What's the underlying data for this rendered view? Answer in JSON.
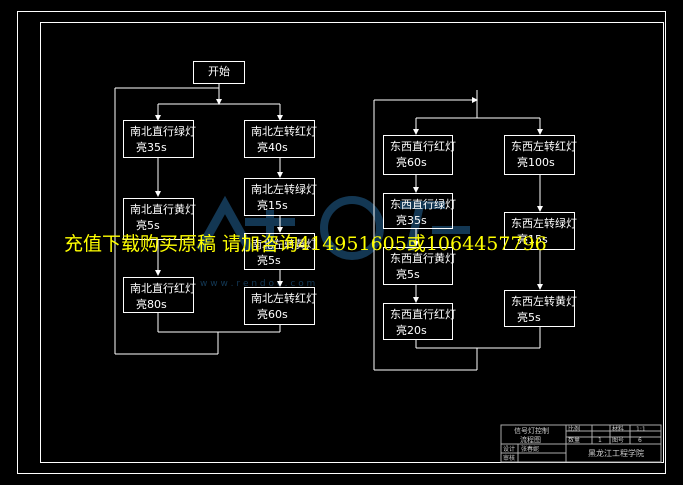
{
  "flowchart": {
    "start": "开始",
    "left_column_1": [
      {
        "label": "南北直行绿灯",
        "duration": "亮35s"
      },
      {
        "label": "南北直行黄灯",
        "duration": "亮5s"
      },
      {
        "label": "南北直行红灯",
        "duration": "亮80s"
      }
    ],
    "left_column_2": [
      {
        "label": "南北左转红灯",
        "duration": "亮40s"
      },
      {
        "label": "南北左转绿灯",
        "duration": "亮15s"
      },
      {
        "label": "南北左转黄灯",
        "duration": "亮5s"
      },
      {
        "label": "南北左转红灯",
        "duration": "亮60s"
      }
    ],
    "right_column_1": [
      {
        "label": "东西直行红灯",
        "duration": "亮60s"
      },
      {
        "label": "东西直行绿灯",
        "duration": "亮35s"
      },
      {
        "label": "东西直行黄灯",
        "duration": "亮5s"
      },
      {
        "label": "东西直行红灯",
        "duration": "亮20s"
      }
    ],
    "right_column_2": [
      {
        "label": "东西左转红灯",
        "duration": "亮100s"
      },
      {
        "label": "东西左转绿灯",
        "duration": "亮15s"
      },
      {
        "label": "东西左转黄灯",
        "duration": "亮5s"
      }
    ]
  },
  "watermark": {
    "text": "充值下载购买原稿 请加咨询414951605或1064457796",
    "url": "w w w . r e n d o c . c o m"
  },
  "title_block": {
    "drawing_name_1": "信号灯控制",
    "drawing_name_2": "流程图",
    "scale_label": "比例",
    "scale_value": "1:1",
    "quantity_label": "数量",
    "quantity_value": "1",
    "sheet_label": "图号",
    "sheet_value": "6",
    "material_label": "材料",
    "designer_label": "设计",
    "designer_value": "张春妮",
    "checker_label": "审核",
    "school": "黑龙江工程学院"
  },
  "colors": {
    "line": "#ffffff",
    "watermark_text": "#ffff00",
    "logo": "#2a7ab8"
  }
}
